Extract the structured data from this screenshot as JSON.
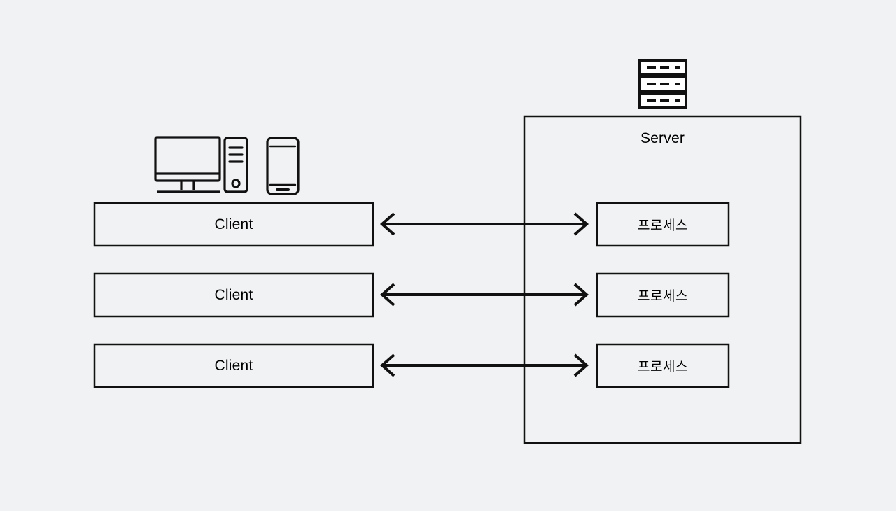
{
  "diagram": {
    "title": "Client-Server Process Diagram",
    "background_color": "#f1f2f3",
    "stroke_color": "#111111",
    "fill_color": "#f1f2f3"
  },
  "server": {
    "title": "Server",
    "icon_name": "server-rack-icon",
    "container_name": "server-container",
    "rack_units": 3
  },
  "clients": [
    {
      "label": "Client",
      "name": "client-box-1"
    },
    {
      "label": "Client",
      "name": "client-box-2"
    },
    {
      "label": "Client",
      "name": "client-box-3"
    }
  ],
  "processes": [
    {
      "label": "프로세스",
      "name": "process-box-1"
    },
    {
      "label": "프로세스",
      "name": "process-box-2"
    },
    {
      "label": "프로세스",
      "name": "process-box-3"
    }
  ],
  "connections": [
    {
      "name": "connection-arrow-1",
      "type": "bidirectional"
    },
    {
      "name": "connection-arrow-2",
      "type": "bidirectional"
    },
    {
      "name": "connection-arrow-3",
      "type": "bidirectional"
    }
  ],
  "devices": [
    {
      "name": "monitor-icon",
      "label": "monitor"
    },
    {
      "name": "desktop-tower-icon",
      "label": "desktop tower"
    },
    {
      "name": "smartphone-icon",
      "label": "smartphone"
    }
  ]
}
